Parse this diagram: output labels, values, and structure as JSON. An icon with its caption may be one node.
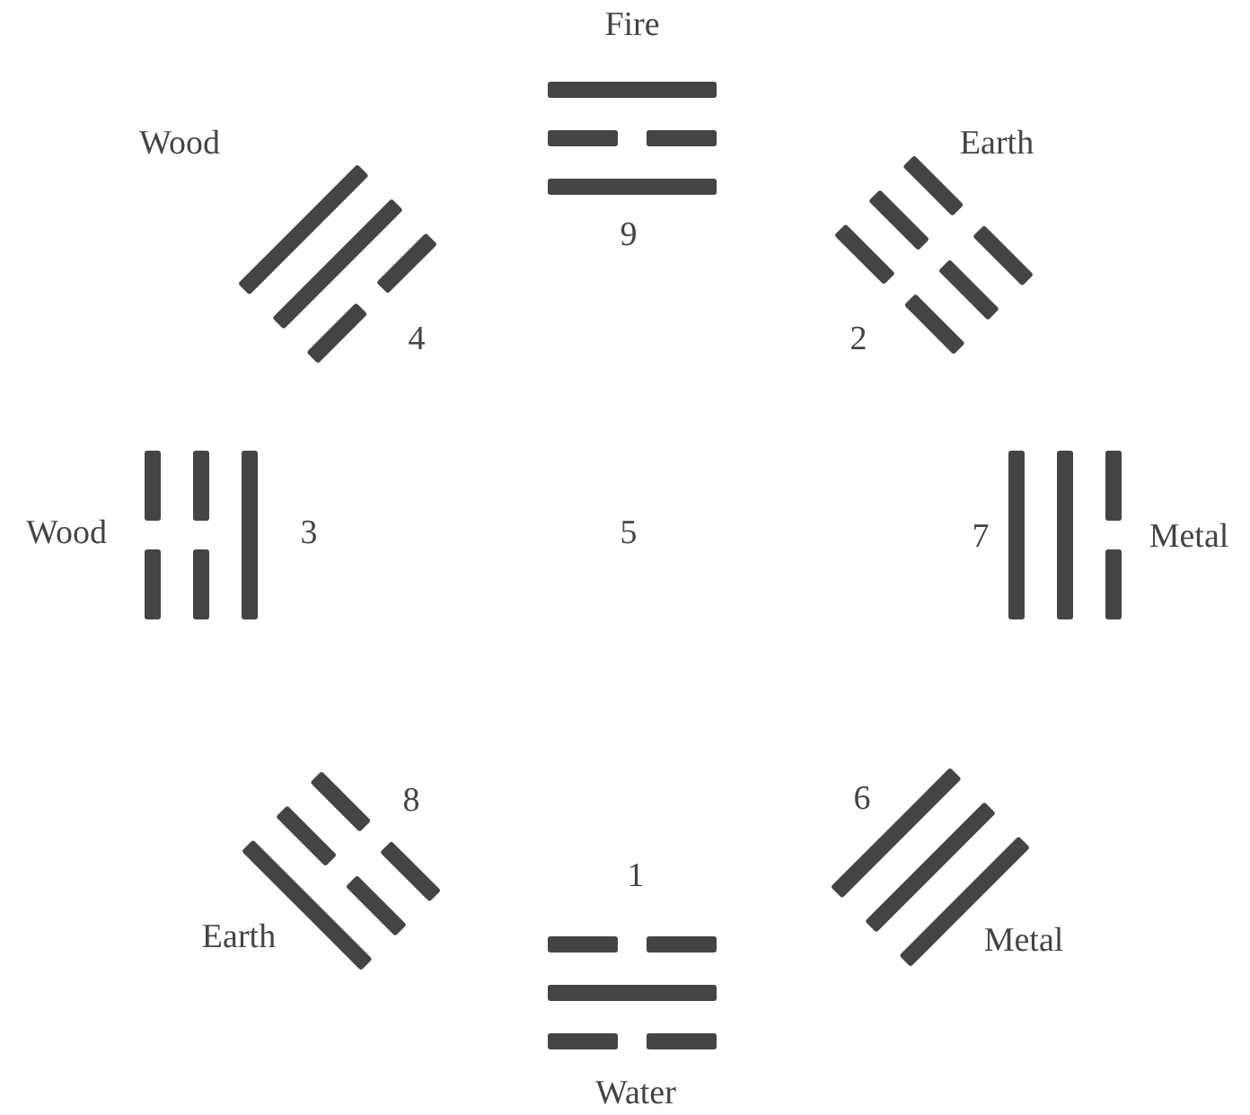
{
  "diagram": {
    "labels": [
      "Fire",
      "Wood",
      "Earth",
      "9",
      "4",
      "2",
      "Wood",
      "3",
      "5",
      "7",
      "Metal",
      "8",
      "6",
      "1",
      "Earth",
      "Metal",
      "Water"
    ]
  }
}
